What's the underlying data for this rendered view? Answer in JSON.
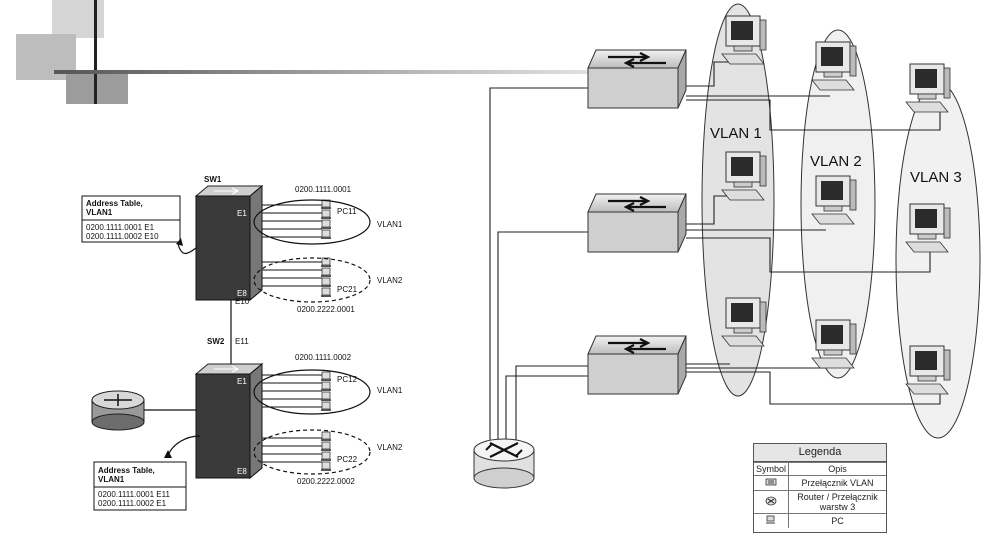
{
  "left_diagram": {
    "sw1": "SW1",
    "sw2": "SW2",
    "sw1_top_mac": "0200.1111.0001",
    "sw1_bottom_mac": "0200.2222.0001",
    "sw2_top_mac": "0200.1111.0002",
    "sw2_bottom_mac": "0200.2222.0002",
    "port_e1": "E1",
    "port_e8": "E8",
    "port_e10": "E10",
    "port_e11": "E11",
    "pc11": "PC11",
    "pc21": "PC21",
    "pc12": "PC12",
    "pc22": "PC22",
    "vlan1": "VLAN1",
    "vlan2": "VLAN2",
    "table1": {
      "title1": "Address Table,",
      "title2": "VLAN1",
      "row1": "0200.1111.0001 E1",
      "row2": "0200.1111.0002 E10"
    },
    "table2": {
      "title1": "Address Table,",
      "title2": "VLAN1",
      "row1": "0200.1111.0001 E11",
      "row2": "0200.1111.0002 E1"
    }
  },
  "right_diagram": {
    "vlan_1": "VLAN 1",
    "vlan_2": "VLAN 2",
    "vlan_3": "VLAN 3"
  },
  "legend": {
    "title": "Legenda",
    "col_symbol": "Symbol",
    "col_desc": "Opis",
    "row_switch": "Przełącznik VLAN",
    "row_router": "Router / Przełącznik warstw 3",
    "row_pc": "PC"
  }
}
